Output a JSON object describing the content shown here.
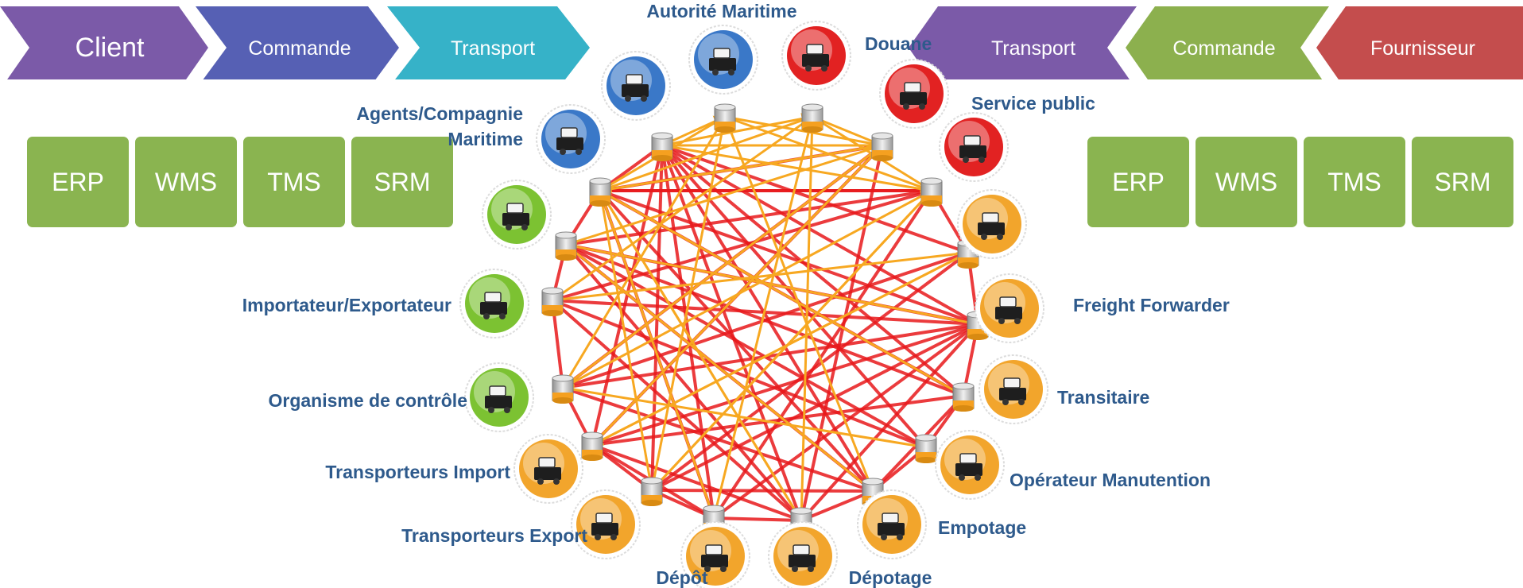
{
  "colors": {
    "purple": "#7b5aa8",
    "indigo": "#5660b4",
    "teal": "#36b2c8",
    "green": "#8cb04e",
    "red": "#c44d4d",
    "system_box": "#8ab450",
    "node_label": "#2e5a8c",
    "link_red": "#e8191b",
    "link_orange": "#f7a821",
    "ring_blue": "#3a78c8",
    "ring_red": "#e22222",
    "ring_green": "#7cc232",
    "ring_orange": "#f2a52c"
  },
  "flow_left": [
    {
      "label": "Client",
      "color": "#7b5aa8"
    },
    {
      "label": "Commande",
      "color": "#5660b4"
    },
    {
      "label": "Transport",
      "color": "#36b2c8"
    }
  ],
  "flow_right": [
    {
      "label": "Transport",
      "color": "#7b5aa8"
    },
    {
      "label": "Commande",
      "color": "#8cb04e"
    },
    {
      "label": "Fournisseur",
      "color": "#c44d4d"
    }
  ],
  "systems_left": [
    "ERP",
    "WMS",
    "TMS",
    "SRM"
  ],
  "systems_right": [
    "ERP",
    "WMS",
    "TMS",
    "SRM"
  ],
  "labels": {
    "autorite": "Autorité Maritime",
    "douane": "Douane",
    "service_public": "Service public",
    "agents_line1": "Agents/Compagnie",
    "agents_line2": "Maritime",
    "importateur": "Importateur/Exportateur",
    "freight": "Freight Forwarder",
    "controle": "Organisme de contrôle",
    "transitaire": "Transitaire",
    "transp_import": "Transporteurs Import",
    "operateur": "Opérateur Manutention",
    "transp_export": "Transporteurs Export",
    "empotage": "Empotage",
    "depot": "Dépôt",
    "depotage": "Dépotage"
  },
  "nodes": [
    {
      "id": "agents",
      "ring": "blue",
      "icon": "ship-icon"
    },
    {
      "id": "autorite",
      "ring": "blue",
      "icon": "port-crane-icon"
    },
    {
      "id": "douane",
      "ring": "red",
      "icon": "computer-icon"
    },
    {
      "id": "service_public",
      "ring": "red",
      "icon": "laptop-icon"
    },
    {
      "id": "signal",
      "ring": "red",
      "icon": "traffic-light-icon"
    },
    {
      "id": "agents_main",
      "ring": "blue",
      "icon": "ship-clock-icon"
    },
    {
      "id": "importer_a",
      "ring": "green",
      "icon": "factory-icon"
    },
    {
      "id": "importer_b",
      "ring": "green",
      "icon": "factory-icon"
    },
    {
      "id": "controle",
      "ring": "green",
      "icon": "inspection-icon"
    },
    {
      "id": "network_hub",
      "ring": "orange",
      "icon": "network-icon"
    },
    {
      "id": "freight",
      "ring": "orange",
      "icon": "cargo-icon"
    },
    {
      "id": "transitaire",
      "ring": "orange",
      "icon": "container-icon"
    },
    {
      "id": "operateur",
      "ring": "orange",
      "icon": "forklift-icon"
    },
    {
      "id": "empotage",
      "ring": "orange",
      "icon": "container-loading-icon"
    },
    {
      "id": "depotage",
      "ring": "orange",
      "icon": "container-unloading-icon"
    },
    {
      "id": "depot",
      "ring": "orange",
      "icon": "warehouse-icon"
    },
    {
      "id": "transp_export",
      "ring": "orange",
      "icon": "truck-icon"
    },
    {
      "id": "transp_import",
      "ring": "orange",
      "icon": "truck-icon"
    }
  ]
}
